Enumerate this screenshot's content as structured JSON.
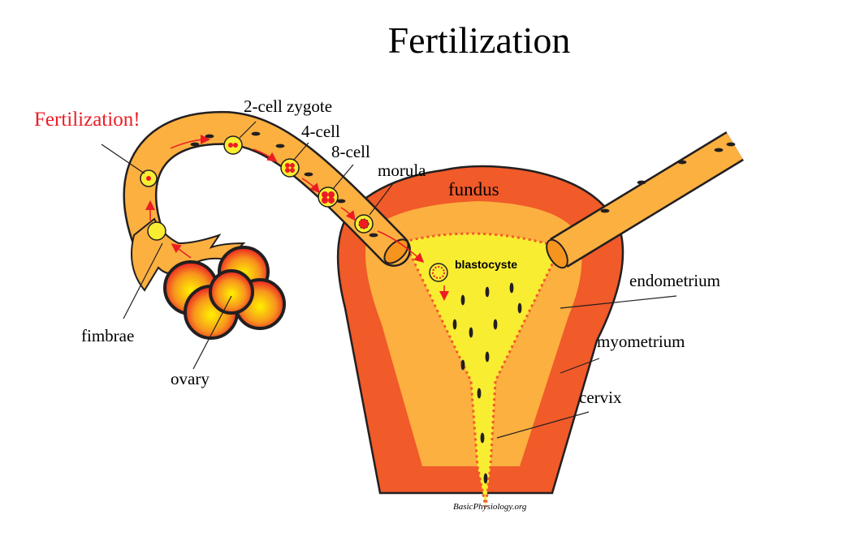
{
  "title": "Fertilization",
  "event_label": "Fertilization!",
  "labels": {
    "two_cell": "2-cell zygote",
    "four_cell": "4-cell",
    "eight_cell": "8-cell",
    "morula": "morula",
    "fundus": "fundus",
    "blastocyste": "blastocyste",
    "endometrium": "endometrium",
    "myometrium": "myometrium",
    "cervix": "cervix",
    "fimbrae": "fimbrae",
    "ovary": "ovary"
  },
  "watermark": "BasicPhysiology.org",
  "colors": {
    "myometrium": "#F15A29",
    "endometrium": "#FBB040",
    "lumen": "#F9ED32",
    "tube": "#FBB040",
    "accent_red": "#ED1C24"
  }
}
